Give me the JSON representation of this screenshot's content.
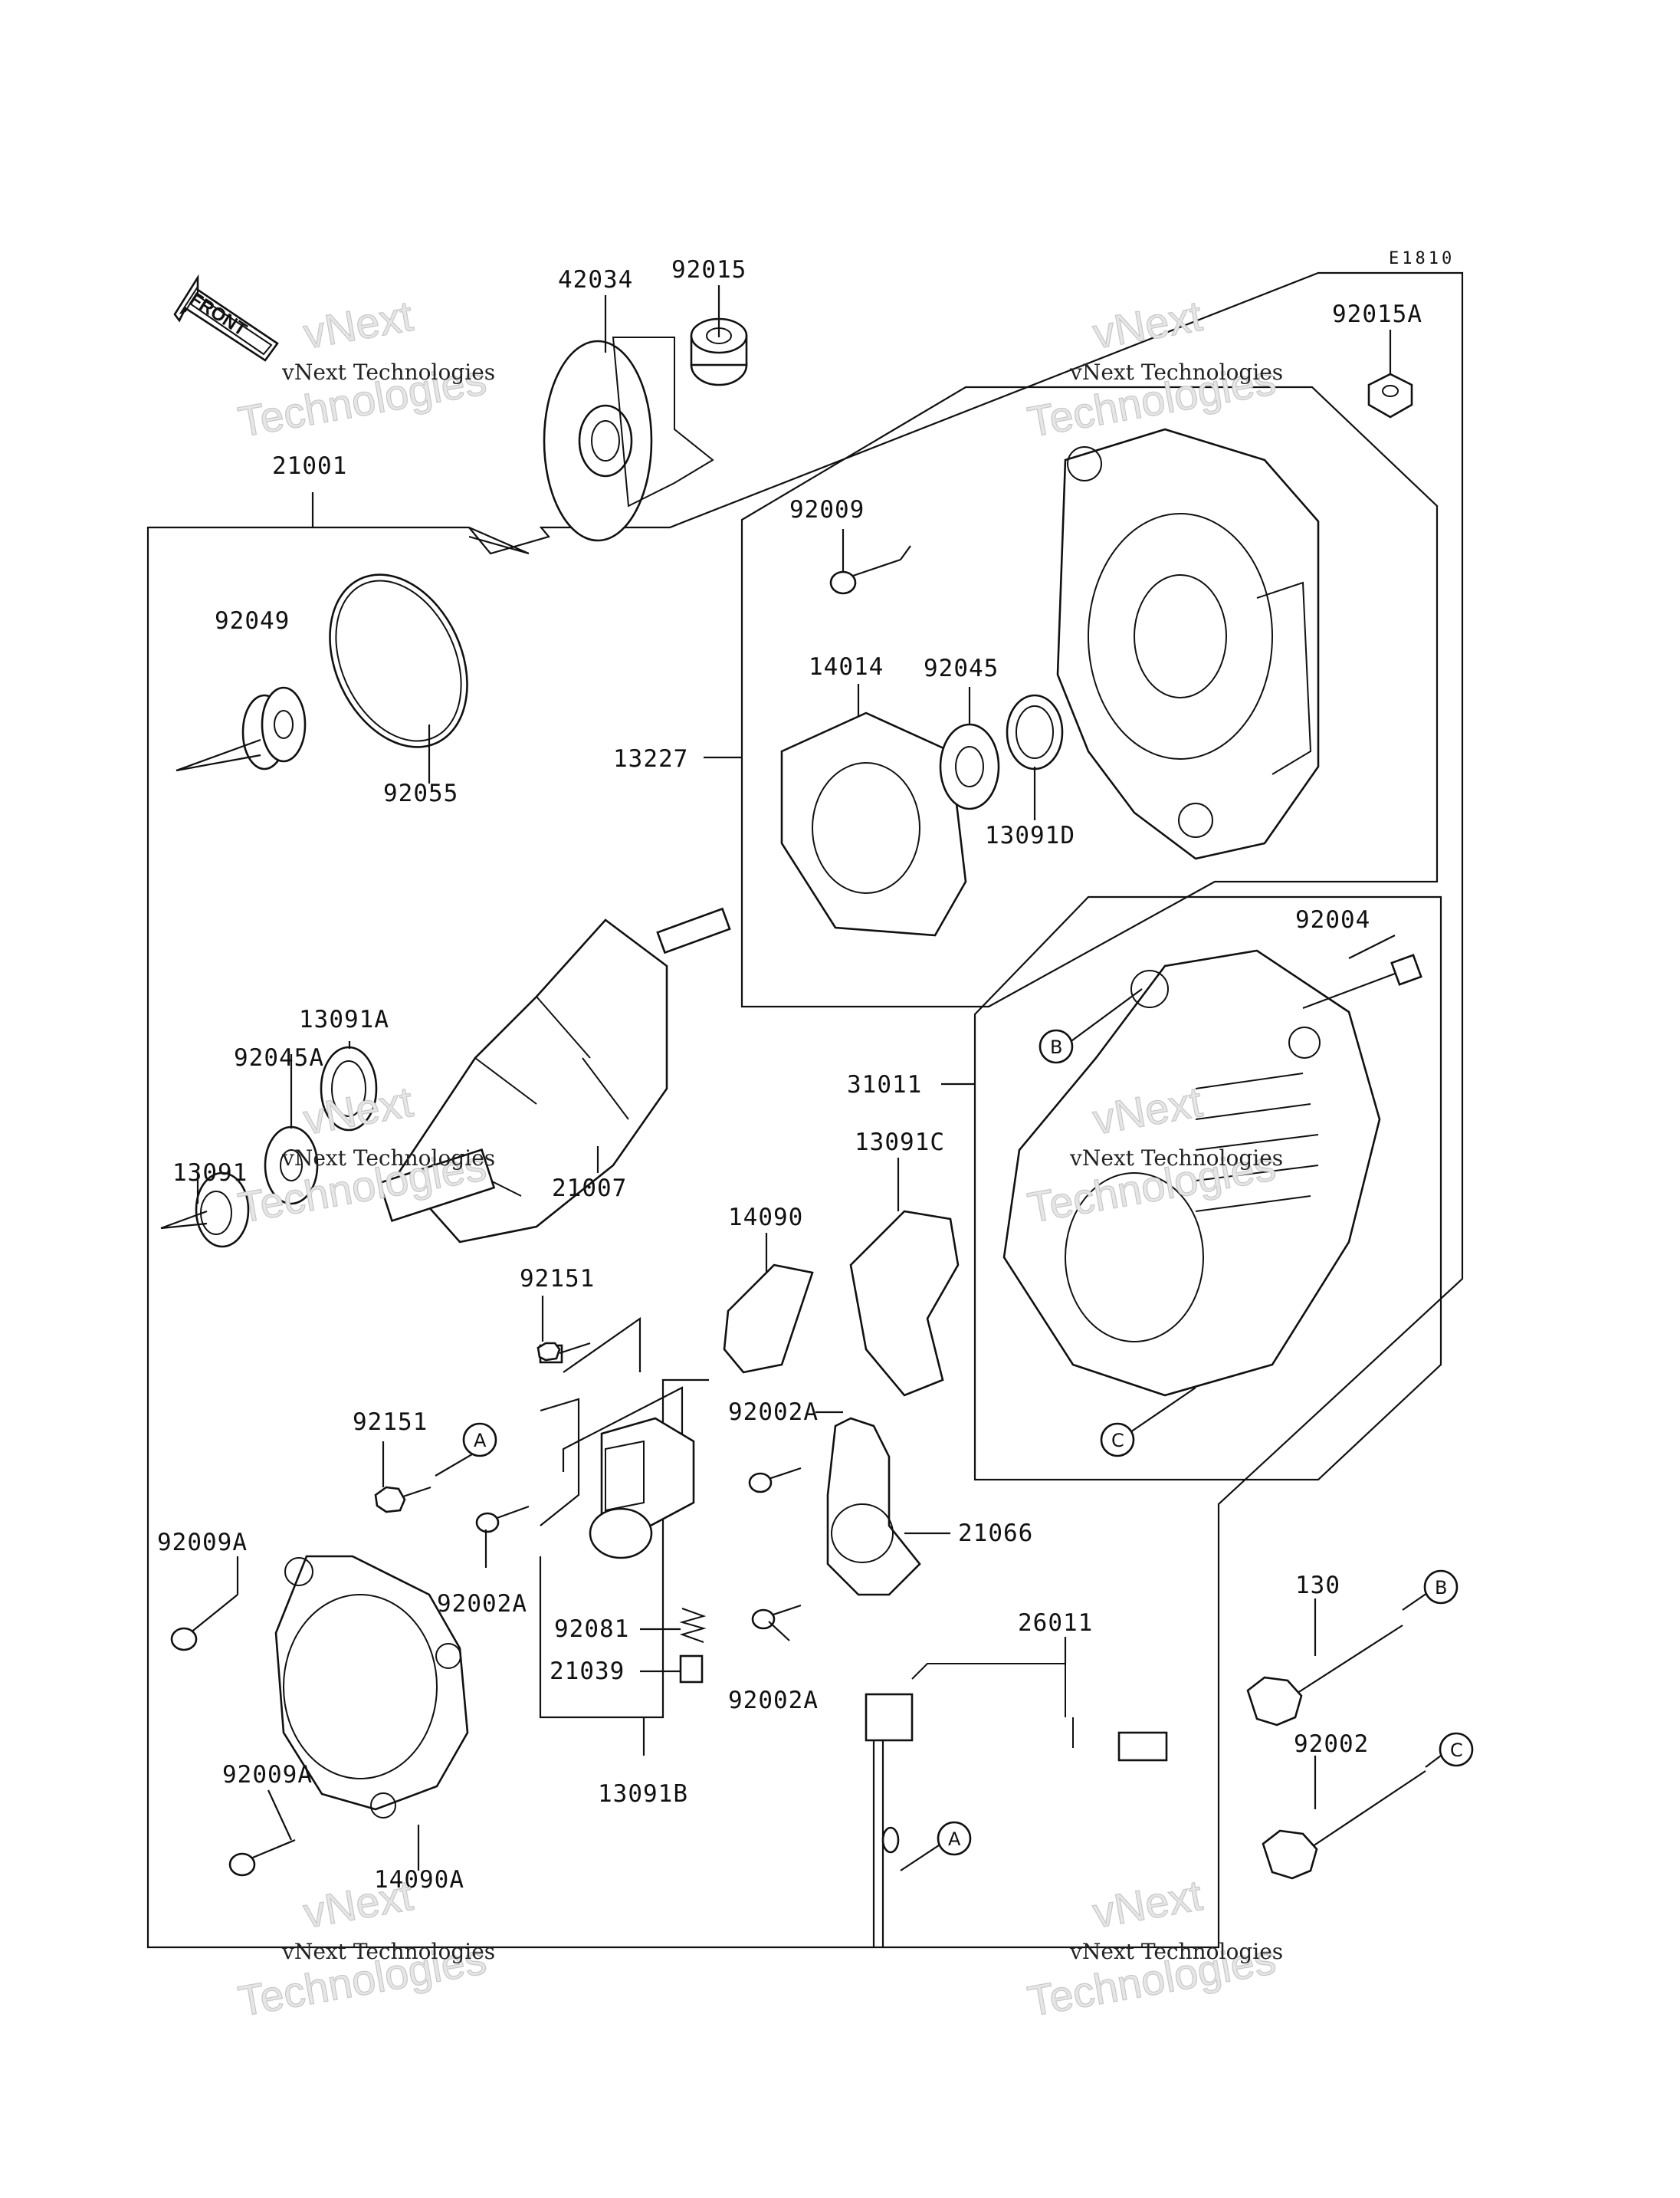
{
  "diagram_code": "E1810",
  "direction_label": "FRONT",
  "watermark": {
    "line1": "vNext Technologies",
    "line2": "Technologies",
    "line3": "vNext"
  },
  "parts": [
    {
      "id": "p42034",
      "label": "42034"
    },
    {
      "id": "p92015",
      "label": "92015"
    },
    {
      "id": "p92015A",
      "label": "92015A"
    },
    {
      "id": "p21001",
      "label": "21001"
    },
    {
      "id": "p92049",
      "label": "92049"
    },
    {
      "id": "p92055",
      "label": "92055"
    },
    {
      "id": "p92009",
      "label": "92009"
    },
    {
      "id": "p14014",
      "label": "14014"
    },
    {
      "id": "p92045",
      "label": "92045"
    },
    {
      "id": "p13227",
      "label": "13227"
    },
    {
      "id": "p13091D",
      "label": "13091D"
    },
    {
      "id": "p92004",
      "label": "92004"
    },
    {
      "id": "p13091A",
      "label": "13091A"
    },
    {
      "id": "p92045A",
      "label": "92045A"
    },
    {
      "id": "p13091",
      "label": "13091"
    },
    {
      "id": "p21007",
      "label": "21007"
    },
    {
      "id": "p31011",
      "label": "31011"
    },
    {
      "id": "p13091C",
      "label": "13091C"
    },
    {
      "id": "p14090",
      "label": "14090"
    },
    {
      "id": "p92151a",
      "label": "92151"
    },
    {
      "id": "p92151b",
      "label": "92151"
    },
    {
      "id": "p92002Aa",
      "label": "92002A"
    },
    {
      "id": "p92009Aa",
      "label": "92009A"
    },
    {
      "id": "p92002Ab",
      "label": "92002A"
    },
    {
      "id": "p21066",
      "label": "21066"
    },
    {
      "id": "p92081",
      "label": "92081"
    },
    {
      "id": "p21039",
      "label": "21039"
    },
    {
      "id": "p92002Ac",
      "label": "92002A"
    },
    {
      "id": "p26011",
      "label": "26011"
    },
    {
      "id": "p130",
      "label": "130"
    },
    {
      "id": "p92009Ab",
      "label": "92009A"
    },
    {
      "id": "p13091B",
      "label": "13091B"
    },
    {
      "id": "p92002",
      "label": "92002"
    },
    {
      "id": "p14090A",
      "label": "14090A"
    }
  ],
  "callouts": {
    "A": "A",
    "B": "B",
    "C": "C"
  }
}
